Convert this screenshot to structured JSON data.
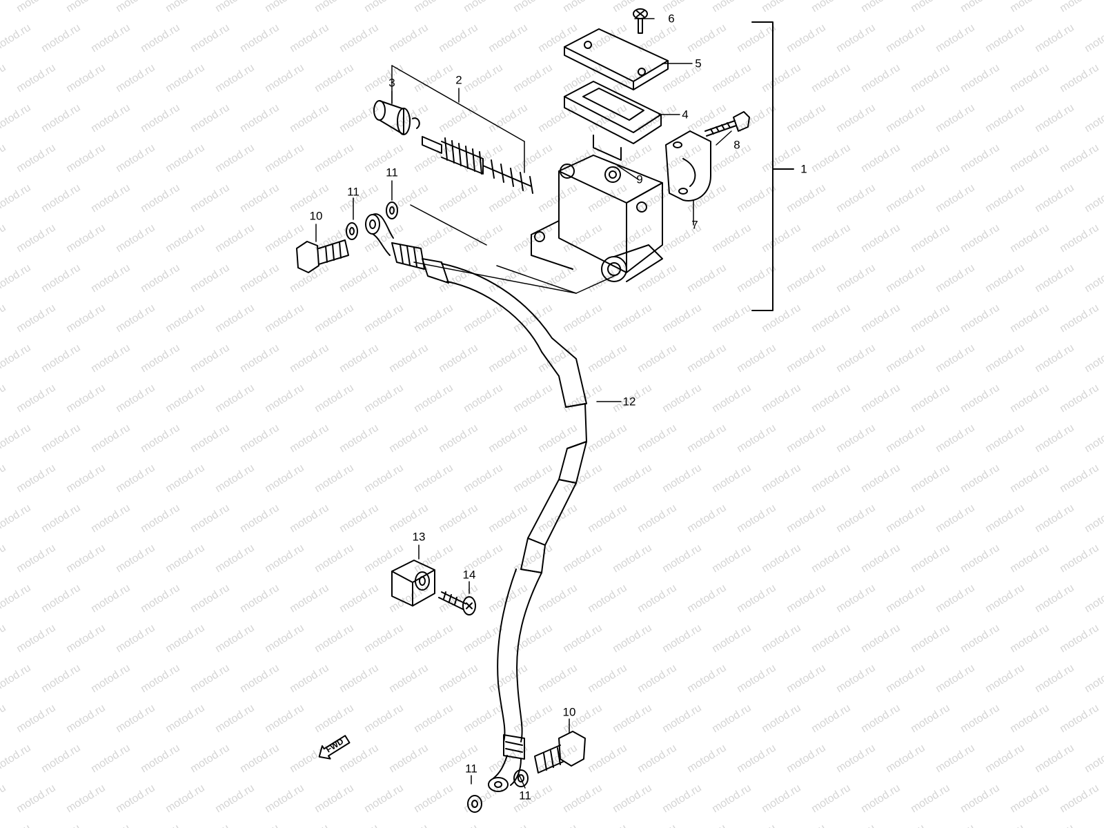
{
  "watermark": {
    "text": "motod.ru",
    "color": "#d4d4d4"
  },
  "labels": {
    "p1": "1",
    "p2": "2",
    "p3": "3",
    "p4": "4",
    "p5": "5",
    "p6": "6",
    "p7": "7",
    "p8": "8",
    "p9": "9",
    "p10_top": "10",
    "p10_bottom": "10",
    "p11_a": "11",
    "p11_b": "11",
    "p11_c": "11",
    "p11_d": "11",
    "p12": "12",
    "p13": "13",
    "p14": "14"
  },
  "direction_badge": {
    "text": "FWD",
    "icon": "arrow-left-icon"
  }
}
